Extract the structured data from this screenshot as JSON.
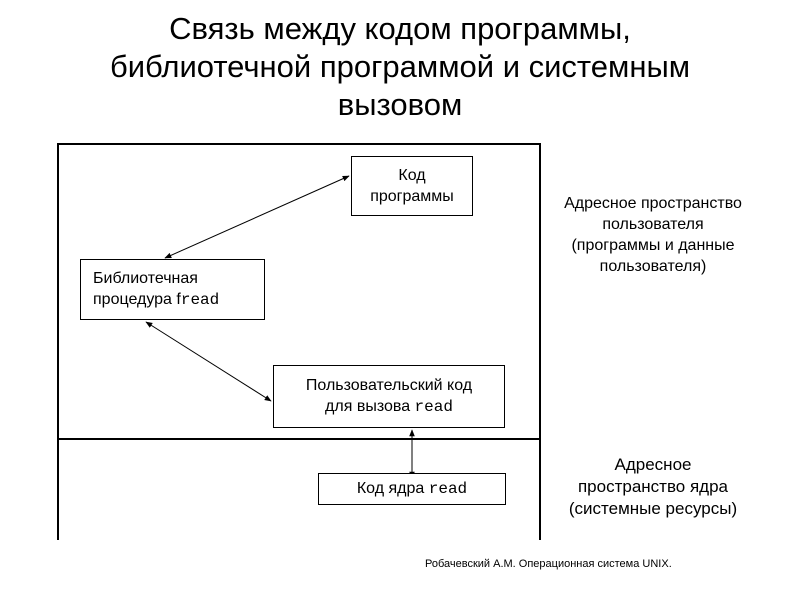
{
  "title": {
    "line1": "Связь между кодом программы,",
    "line2": "библиотечной программой и системным",
    "line3": "вызовом"
  },
  "boxes": {
    "program_code": {
      "line1": "Код",
      "line2": "программы"
    },
    "library_proc": {
      "line1": "Библиотечная",
      "line2_text": "процедура f",
      "line2_mono": "read"
    },
    "user_call": {
      "line1": "Пользовательский код",
      "line2_text": "для вызова ",
      "line2_mono": "read"
    },
    "kernel_code": {
      "text": "Код ядра ",
      "mono": "read"
    }
  },
  "labels": {
    "user_space": {
      "line1": "Адресное пространство",
      "line2": "пользователя",
      "line3": "(программы и данные",
      "line4": "пользователя)"
    },
    "kernel_space": {
      "line1": "Адресное",
      "line2": "пространство ядра",
      "line3": "(системные ресурсы)"
    }
  },
  "footer": "Робачевский А.М. Операционная система UNIX."
}
